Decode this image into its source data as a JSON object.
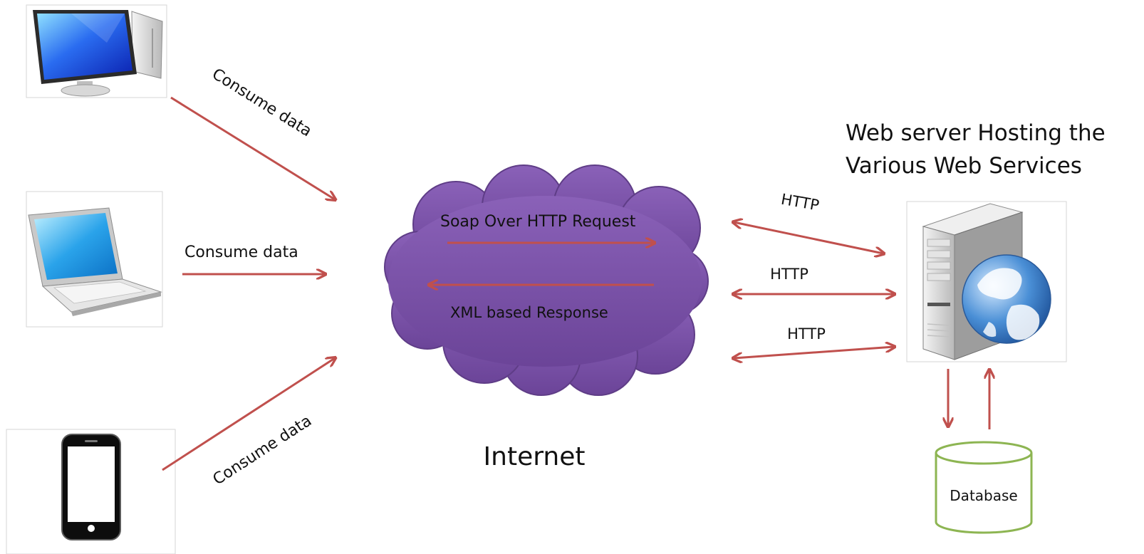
{
  "labels": {
    "consume_desktop": "Consume data",
    "consume_laptop": "Consume data",
    "consume_phone": "Consume data",
    "soap_request": "Soap Over  HTTP Request",
    "xml_response": "XML based Response",
    "http_1": "HTTP",
    "http_2": "HTTP",
    "http_3": "HTTP",
    "server_title_line1": "Web server Hosting the",
    "server_title_line2": "Various Web Services",
    "internet": "Internet",
    "database": "Database"
  },
  "icons": {
    "desktop": "desktop-computer-icon",
    "laptop": "laptop-icon",
    "phone": "smartphone-icon",
    "cloud": "cloud-icon",
    "server": "web-server-icon",
    "globe": "globe-icon",
    "database": "database-icon"
  },
  "colors": {
    "arrow": "#c0504d",
    "cloud_fill": "#7b52a9",
    "cloud_stroke": "#5f3d87",
    "database_stroke": "#8db552",
    "monitor_blue": "#1e56e6",
    "laptop_screen": "#2aa3ea",
    "globe_blue": "#3f7fc8"
  }
}
